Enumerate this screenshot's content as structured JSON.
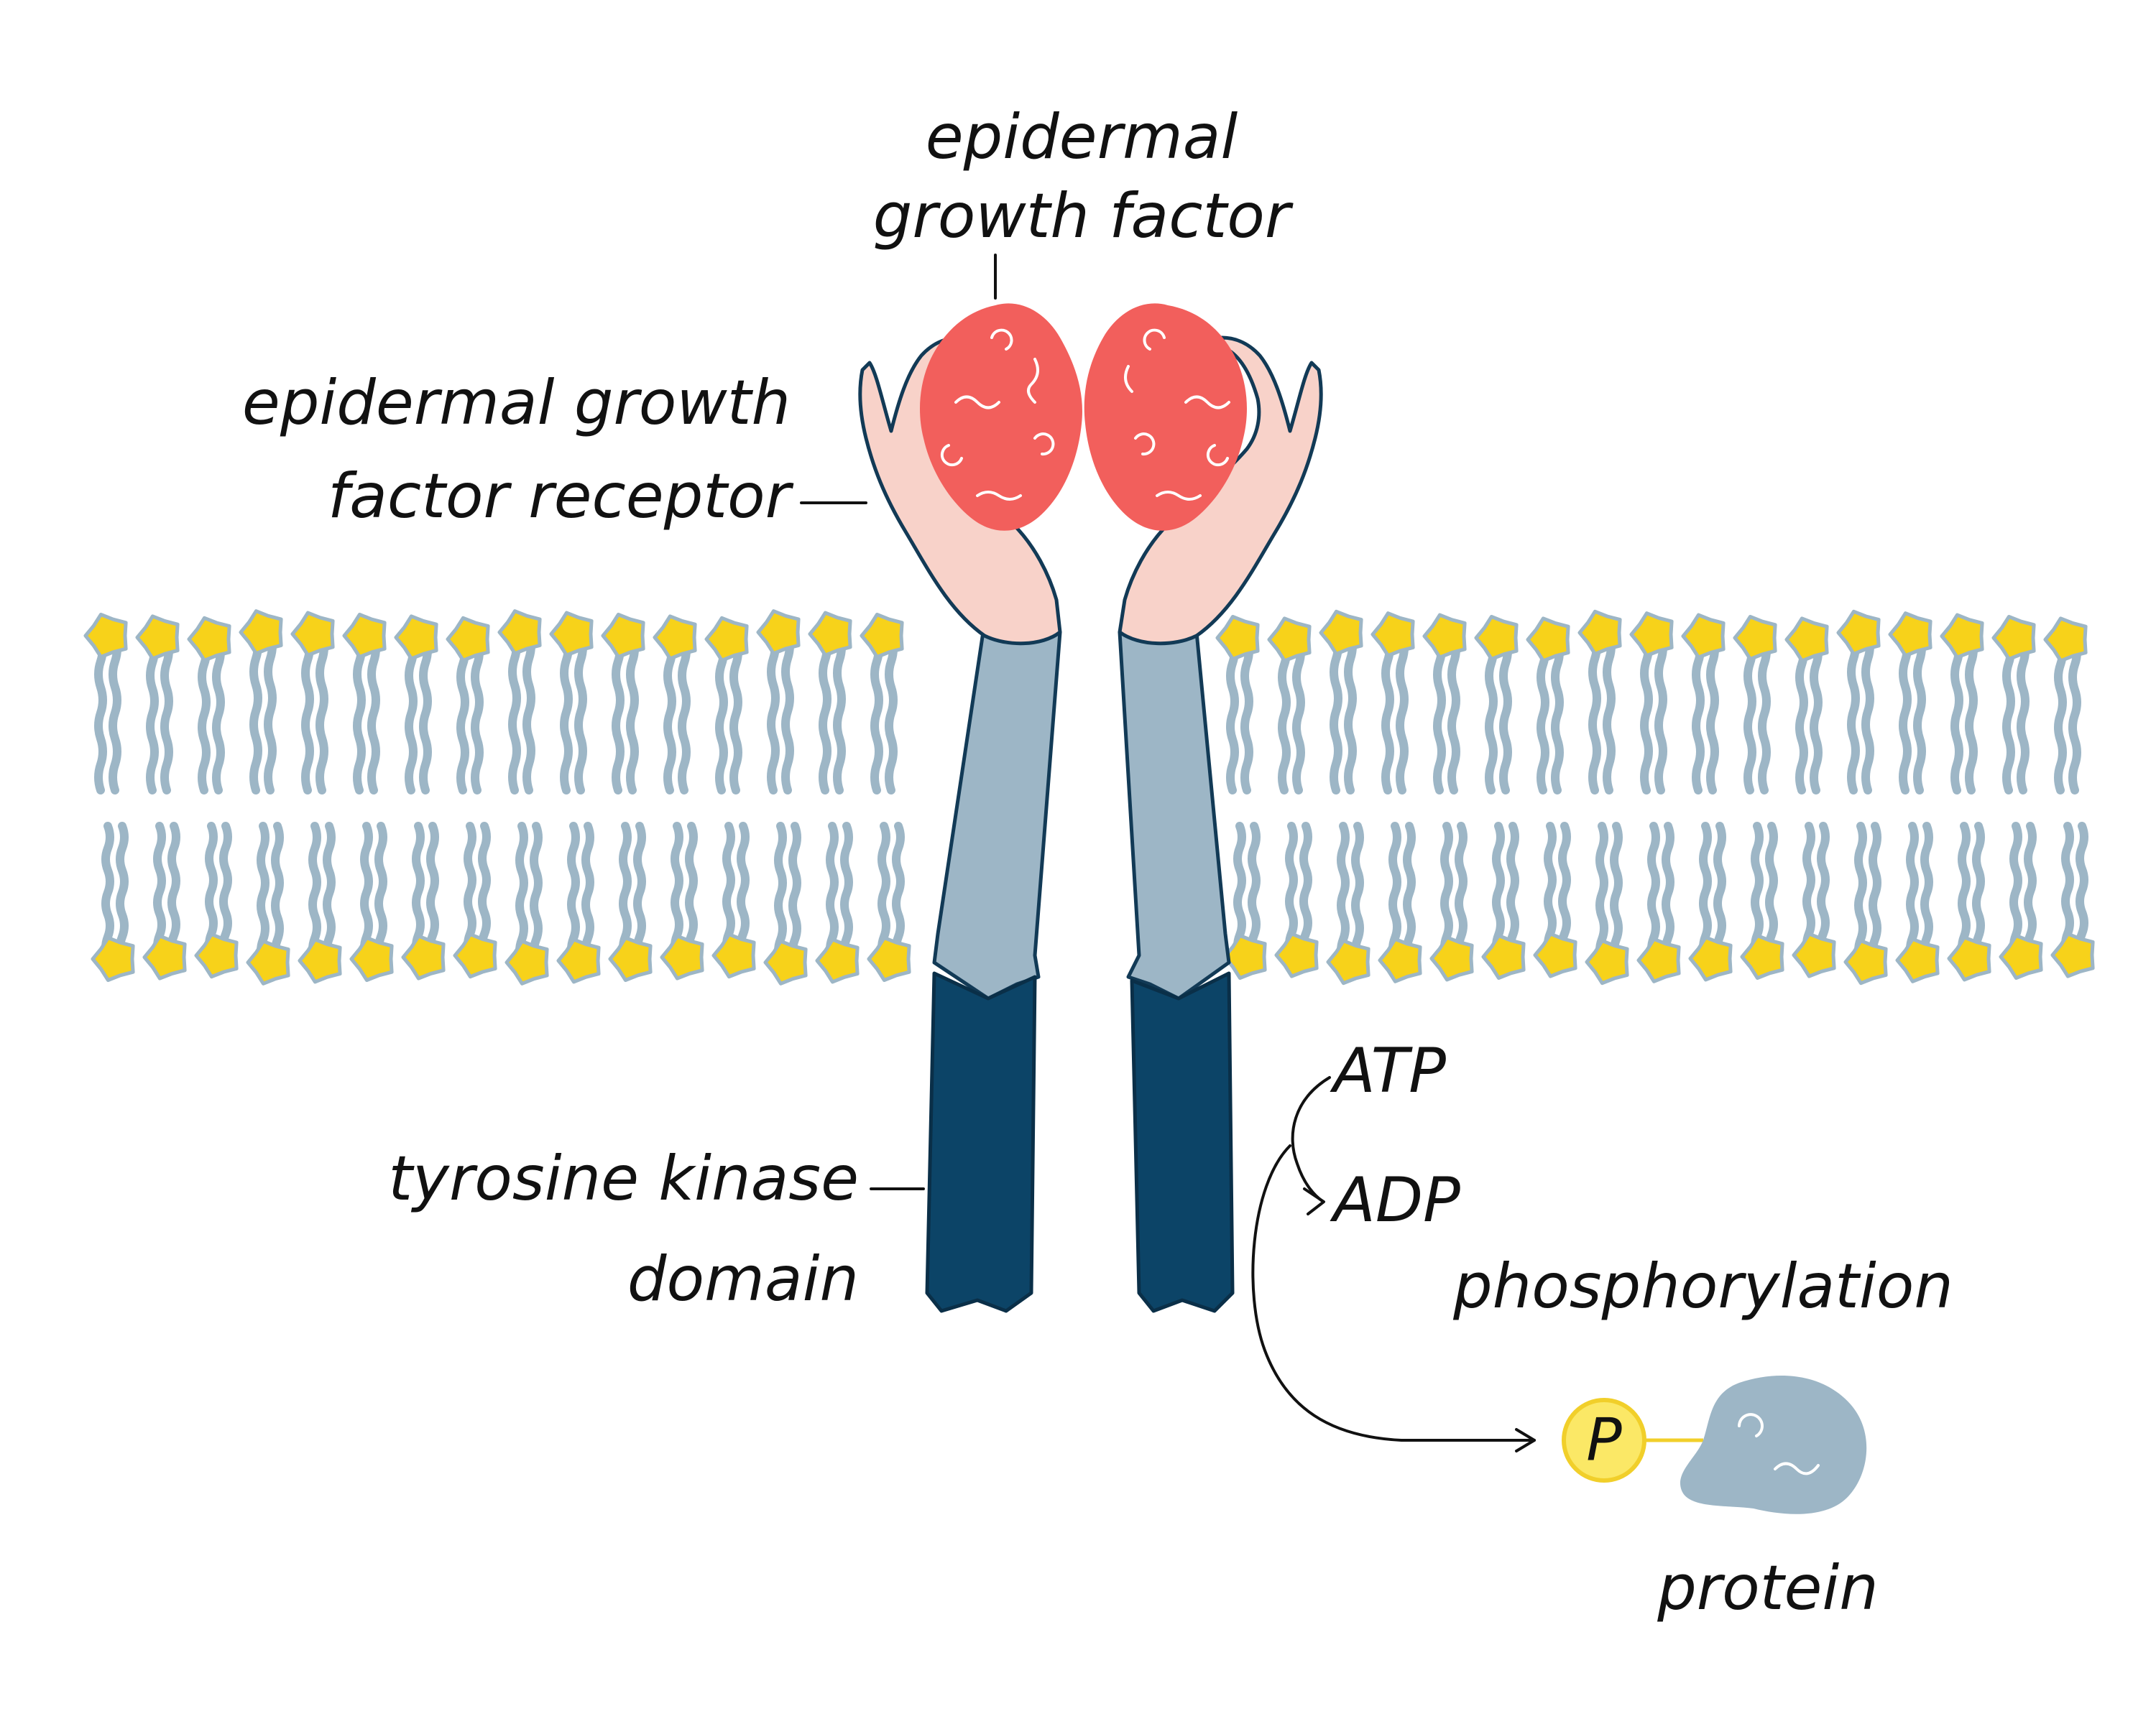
{
  "labels": {
    "egf_line1": "epidermal",
    "egf_line2": "growth factor",
    "receptor_line1": "epidermal growth",
    "receptor_line2": "factor receptor",
    "kinase_line1": "tyrosine kinase",
    "kinase_line2": "domain",
    "atp": "ATP",
    "adp": "ADP",
    "phosphorylation": "phosphorylation",
    "phosphate": "P",
    "protein": "protein"
  },
  "colors": {
    "lipid_head": "#f7d21a",
    "lipid_outline": "#9db6c6",
    "lipid_tail": "#aec3d0",
    "egf": "#f25f5c",
    "hand": "#f8d2c9",
    "outline": "#123a56",
    "receptor_arm": "#9db6c6",
    "kinase": "#0c4467",
    "protein": "#9db6c6",
    "phosphate": "#fbe866",
    "phosphate_outline": "#f1cf2a"
  }
}
